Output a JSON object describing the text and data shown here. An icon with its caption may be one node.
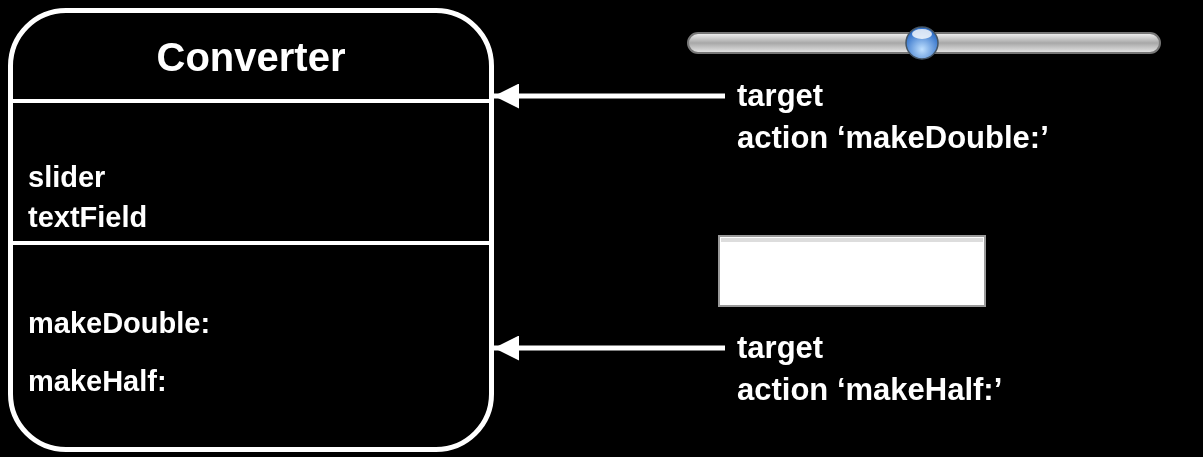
{
  "diagram": {
    "nodes": [
      {
        "text": [
          "Converter",
          "slider",
          "textField",
          "makeDouble:",
          "makeHalf:"
        ]
      },
      {
        "text": [],
        "shape": "slider"
      },
      {
        "text": [
          "target",
          "action ‘makeDouble:’"
        ]
      },
      {
        "text": [],
        "shape": "box"
      },
      {
        "text": [
          "target",
          "action ‘makeHalf:’"
        ]
      }
    ],
    "edges": [
      {
        "from": 2,
        "to": 0,
        "arrow": "to"
      },
      {
        "from": 4,
        "to": 0,
        "arrow": "to"
      }
    ]
  }
}
